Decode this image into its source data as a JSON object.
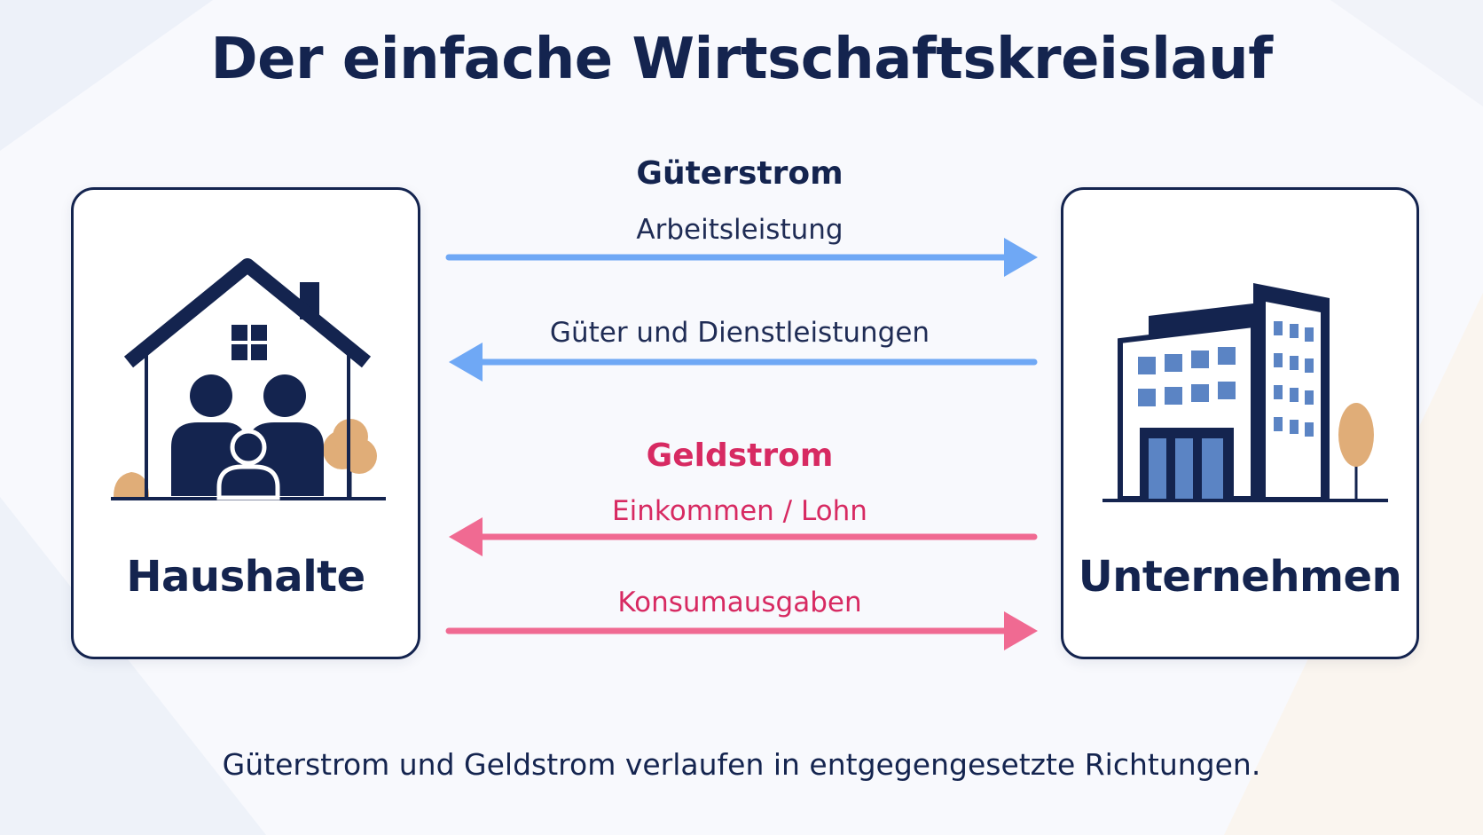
{
  "title": "Der einfache Wirtschaftskreislauf",
  "households": {
    "label": "Haushalte",
    "icon": "family-house-icon"
  },
  "companies": {
    "label": "Unternehmen",
    "icon": "office-building-icon"
  },
  "goods_flow": {
    "heading": "Güterstrom",
    "labor_label": "Arbeitsleistung",
    "goods_label": "Güter und Dienstleistungen",
    "color": "#6fa8f5"
  },
  "money_flow": {
    "heading": "Geldstrom",
    "income_label": "Einkommen / Lohn",
    "spending_label": "Konsumausgaben",
    "color": "#f06a92"
  },
  "footer": "Güterstrom und Geldstrom verlaufen in entgegengesetzte Richtungen.",
  "colors": {
    "navy": "#14244f",
    "window_blue": "#5b84c4",
    "tree_orange": "#e0ad78",
    "accent_pink": "#d72a62"
  }
}
